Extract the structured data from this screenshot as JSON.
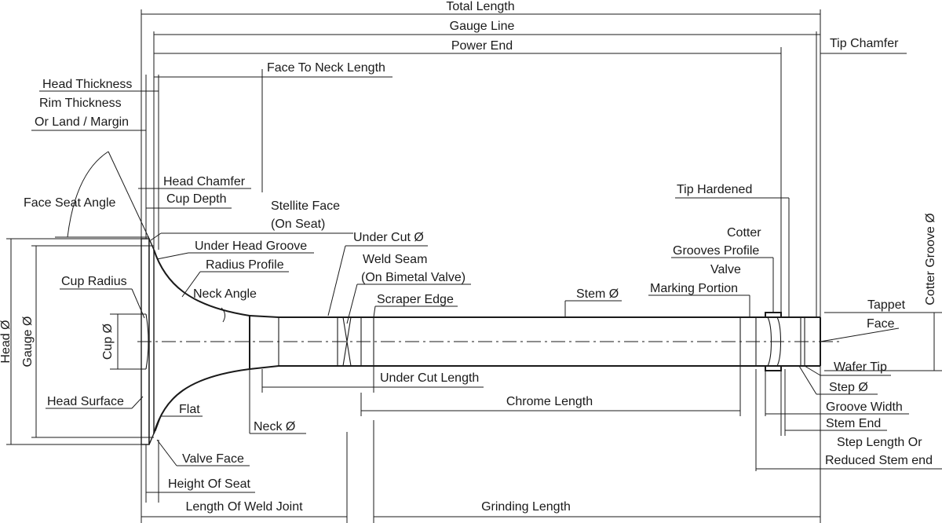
{
  "labels": {
    "total_length": "Total Length",
    "gauge_line": "Gauge Line",
    "power_end": "Power End",
    "tip_chamfer": "Tip Chamfer",
    "face_to_neck_length": "Face To Neck Length",
    "head_thickness": "Head Thickness",
    "rim_thickness_1": "Rim Thickness",
    "rim_thickness_2": "Or Land / Margin",
    "head_chamfer": "Head Chamfer",
    "cup_depth": "Cup Depth",
    "face_seat_angle": "Face Seat Angle",
    "stellite_face_1": "Stellite Face",
    "stellite_face_2": "(On Seat)",
    "under_head_groove": "Under Head Groove",
    "under_cut_dia": "Under Cut Ø",
    "radius_profile": "Radius Profile",
    "weld_seam_1": "Weld Seam",
    "weld_seam_2": "(On Bimetal Valve)",
    "cup_radius": "Cup Radius",
    "neck_angle": "Neck Angle",
    "scraper_edge": "Scraper Edge",
    "stem_dia": "Stem Ø",
    "head_dia": "Head Ø",
    "gauge_dia": "Gauge Ø",
    "cup_dia": "Cup Ø",
    "head_surface": "Head Surface",
    "flat": "Flat",
    "neck_dia": "Neck Ø",
    "under_cut_length": "Under Cut Length",
    "chrome_length": "Chrome Length",
    "valve_face": "Valve Face",
    "height_of_seat": "Height Of Seat",
    "length_of_weld_joint": "Length Of Weld Joint",
    "grinding_length": "Grinding Length",
    "tip_hardened": "Tip Hardened",
    "cotter_grooves_profile_1": "Cotter",
    "cotter_grooves_profile_2": "Grooves Profile",
    "valve_marking_portion_1": "Valve",
    "valve_marking_portion_2": "Marking Portion",
    "cotter_groove_dia": "Cotter Groove Ø",
    "tappet_face_1": "Tappet",
    "tappet_face_2": "Face",
    "wafer_tip": "Wafer Tip",
    "step_dia": "Step Ø",
    "groove_width": "Groove Width",
    "stem_end": "Stem End",
    "step_length_1": "Step Length Or",
    "step_length_2": "Reduced Stem end"
  }
}
